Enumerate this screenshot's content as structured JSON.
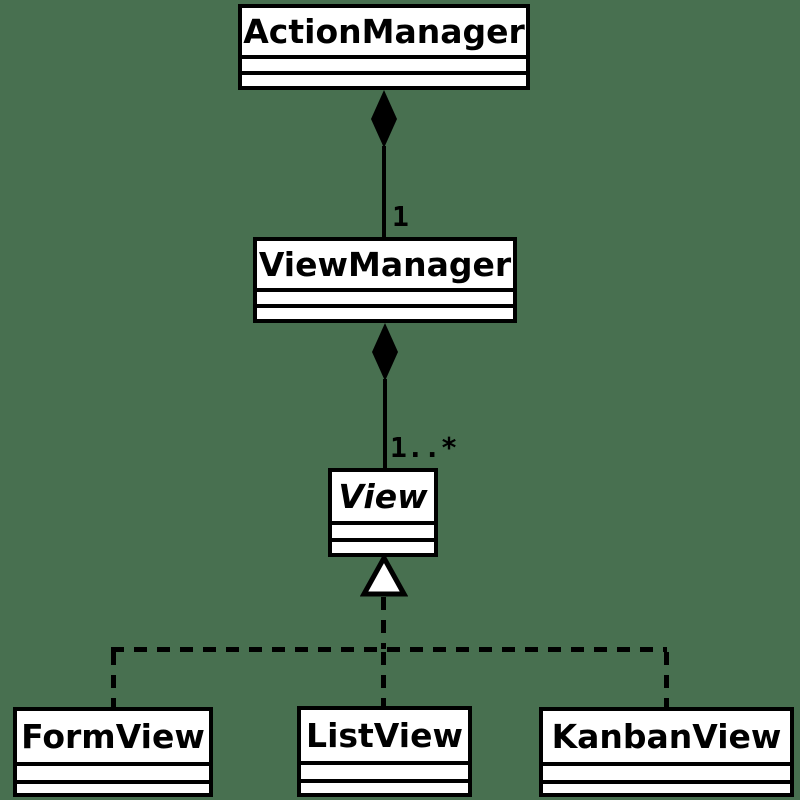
{
  "diagram": {
    "type": "uml-class-diagram",
    "colors": {
      "background": "#487050",
      "box_fill": "#ffffff",
      "line": "#000000"
    },
    "classes": [
      {
        "name": "ActionManager",
        "abstract": false
      },
      {
        "name": "ViewManager",
        "abstract": false
      },
      {
        "name": "View",
        "abstract": true
      },
      {
        "name": "FormView",
        "abstract": false
      },
      {
        "name": "ListView",
        "abstract": false
      },
      {
        "name": "KanbanView",
        "abstract": false
      }
    ],
    "relations": [
      {
        "type": "composition",
        "from": "ActionManager",
        "to": "ViewManager",
        "multiplicity": "1"
      },
      {
        "type": "composition",
        "from": "ViewManager",
        "to": "View",
        "multiplicity": "1..*"
      },
      {
        "type": "realization",
        "from": "FormView",
        "to": "View"
      },
      {
        "type": "realization",
        "from": "ListView",
        "to": "View"
      },
      {
        "type": "realization",
        "from": "KanbanView",
        "to": "View"
      }
    ]
  }
}
